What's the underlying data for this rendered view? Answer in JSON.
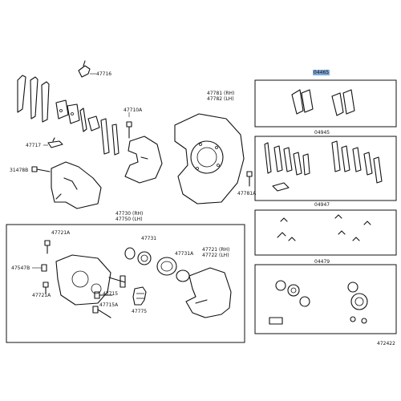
{
  "labels": {
    "p47716": "47716",
    "p47710A": "47710A",
    "p47781rh": "47781 (RH)",
    "p47782lh": "47782 (LH)",
    "p47717": "47717",
    "p31478B": "31478B",
    "p47781A": "47781A",
    "p47730rh": "47730 (RH)",
    "p47750lh": "47750 (LH)",
    "p47721A_top": "47721A",
    "p47731": "47731",
    "p47731A": "47731A",
    "p47721rh": "47721 (RH)",
    "p47722lh": "47722 (LH)",
    "p47547B": "47547B",
    "p47721A_bot": "47721A",
    "p47715": "47715",
    "p47715A": "47715A",
    "p47775": "47775",
    "k04465": "04465",
    "k04945": "04945",
    "k04947": "04947",
    "k04479": "04479",
    "ref": "472422"
  },
  "colors": {
    "line": "#111111",
    "highlight": "#7fa8d8",
    "background": "#ffffff"
  }
}
